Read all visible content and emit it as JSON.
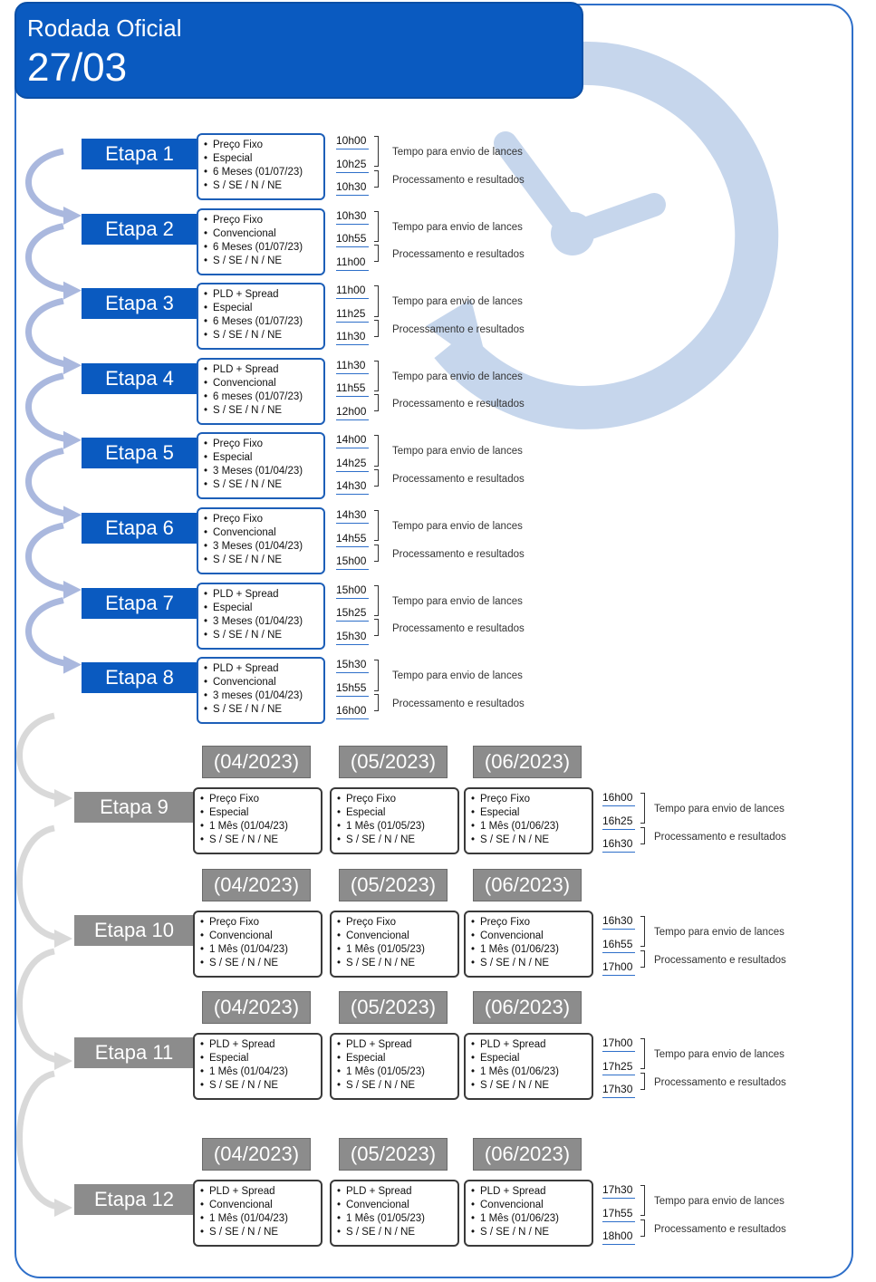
{
  "header": {
    "title": "Rodada Oficial",
    "date": "27/03"
  },
  "stages_blue": [
    {
      "label": "Etapa 1",
      "items": [
        "Preço Fixo",
        "Especial",
        "6 Meses (01/07/23)",
        "S / SE / N / NE"
      ],
      "times": [
        "10h00",
        "10h25",
        "10h30"
      ]
    },
    {
      "label": "Etapa 2",
      "items": [
        "Preço Fixo",
        "Convencional",
        "6 Meses (01/07/23)",
        "S / SE / N / NE"
      ],
      "times": [
        "10h30",
        "10h55",
        "11h00"
      ]
    },
    {
      "label": "Etapa 3",
      "items": [
        "PLD + Spread",
        "Especial",
        "6 Meses (01/07/23)",
        "S / SE / N / NE"
      ],
      "times": [
        "11h00",
        "11h25",
        "11h30"
      ]
    },
    {
      "label": "Etapa 4",
      "items": [
        "PLD + Spread",
        "Convencional",
        "6 meses (01/07/23)",
        "S / SE / N / NE"
      ],
      "times": [
        "11h30",
        "11h55",
        "12h00"
      ]
    },
    {
      "label": "Etapa 5",
      "items": [
        "Preço Fixo",
        "Especial",
        "3 Meses (01/04/23)",
        "S / SE / N / NE"
      ],
      "times": [
        "14h00",
        "14h25",
        "14h30"
      ]
    },
    {
      "label": "Etapa 6",
      "items": [
        "Preço Fixo",
        "Convencional",
        "3 Meses (01/04/23)",
        "S / SE / N / NE"
      ],
      "times": [
        "14h30",
        "14h55",
        "15h00"
      ]
    },
    {
      "label": "Etapa 7",
      "items": [
        "PLD + Spread",
        "Especial",
        "3 Meses (01/04/23)",
        "S / SE / N / NE"
      ],
      "times": [
        "15h00",
        "15h25",
        "15h30"
      ]
    },
    {
      "label": "Etapa 8",
      "items": [
        "PLD + Spread",
        "Convencional",
        "3 meses (01/04/23)",
        "S / SE / N / NE"
      ],
      "times": [
        "15h30",
        "15h55",
        "16h00"
      ]
    }
  ],
  "stages_gray": [
    {
      "label": "Etapa 9",
      "dates": [
        "(04/2023)",
        "(05/2023)",
        "(06/2023)"
      ],
      "boxes": [
        [
          "Preço Fixo",
          "Especial",
          "1 Mês (01/04/23)",
          "S / SE / N / NE"
        ],
        [
          "Preço Fixo",
          "Especial",
          "1 Mês (01/05/23)",
          "S / SE / N / NE"
        ],
        [
          "Preço Fixo",
          "Especial",
          "1 Mês (01/06/23)",
          "S / SE / N / NE"
        ]
      ],
      "times": [
        "16h00",
        "16h25",
        "16h30"
      ]
    },
    {
      "label": "Etapa 10",
      "dates": [
        "(04/2023)",
        "(05/2023)",
        "(06/2023)"
      ],
      "boxes": [
        [
          "Preço Fixo",
          "Convencional",
          "1 Mês (01/04/23)",
          "S / SE / N / NE"
        ],
        [
          "Preço Fixo",
          "Convencional",
          "1 Mês (01/05/23)",
          "S / SE / N / NE"
        ],
        [
          "Preço Fixo",
          "Convencional",
          "1 Mês (01/06/23)",
          "S / SE / N / NE"
        ]
      ],
      "times": [
        "16h30",
        "16h55",
        "17h00"
      ]
    },
    {
      "label": "Etapa 11",
      "dates": [
        "(04/2023)",
        "(05/2023)",
        "(06/2023)"
      ],
      "boxes": [
        [
          "PLD + Spread",
          "Especial",
          "1 Mês (01/04/23)",
          "S / SE / N / NE"
        ],
        [
          "PLD + Spread",
          "Especial",
          "1 Mês (01/05/23)",
          "S / SE / N / NE"
        ],
        [
          "PLD + Spread",
          "Especial",
          "1 Mês (01/06/23)",
          "S / SE / N / NE"
        ]
      ],
      "times": [
        "17h00",
        "17h25",
        "17h30"
      ]
    },
    {
      "label": "Etapa 12",
      "dates": [
        "(04/2023)",
        "(05/2023)",
        "(06/2023)"
      ],
      "boxes": [
        [
          "PLD + Spread",
          "Convencional",
          "1 Mês (01/04/23)",
          "S / SE / N / NE"
        ],
        [
          "PLD + Spread",
          "Convencional",
          "1 Mês (01/05/23)",
          "S / SE / N / NE"
        ],
        [
          "PLD + Spread",
          "Convencional",
          "1 Mês (01/06/23)",
          "S / SE / N / NE"
        ]
      ],
      "times": [
        "17h30",
        "17h55",
        "18h00"
      ]
    }
  ],
  "labels": {
    "bidding": "Tempo para envio de lances",
    "processing": "Processamento e resultados"
  },
  "colors": {
    "blue": "#0a5ac0",
    "gray": "#8c8c8c",
    "clock": "#c6d6ec",
    "arrow_blue": "#aab8de",
    "arrow_gray": "#d9d9d9"
  }
}
